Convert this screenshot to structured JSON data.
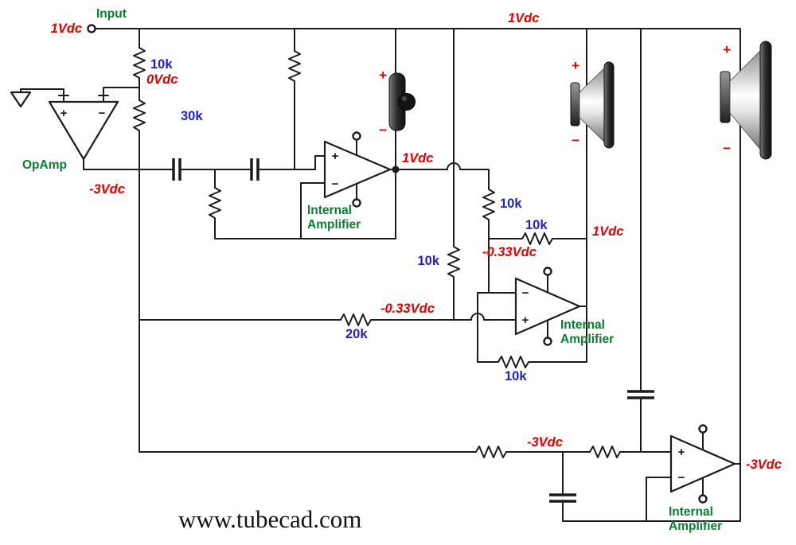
{
  "colors": {
    "wire": "#1c1c1c",
    "voltage_red": "#e10000",
    "value_blue": "#2222cc",
    "name_green": "#0a7d32"
  },
  "input": {
    "label": "Input",
    "voltage": "1Vdc"
  },
  "rail_voltage": "1Vdc",
  "signs": {
    "plus": "+",
    "minus": "−"
  },
  "opamp": {
    "label": "OpAmp",
    "r_in": "10k",
    "r_fb": "30k",
    "feedback_node_voltage": "0Vdc",
    "output_voltage": "-3Vdc"
  },
  "amp_label": {
    "line1": "Internal",
    "line2": "Amplifier"
  },
  "amp1": {
    "output_voltage": "1Vdc"
  },
  "mid": {
    "r_top": "10k",
    "r_out": "10k",
    "r_rail": "10k",
    "r_sum": "20k",
    "r_fb": "10k",
    "minus_node_voltage": "-0.33Vdc",
    "plus_node_voltage": "-0.33Vdc",
    "speaker_node_voltage": "1Vdc"
  },
  "low": {
    "node_voltage": "-3Vdc",
    "output_voltage": "-3Vdc"
  },
  "watermark": "www.tubecad.com"
}
